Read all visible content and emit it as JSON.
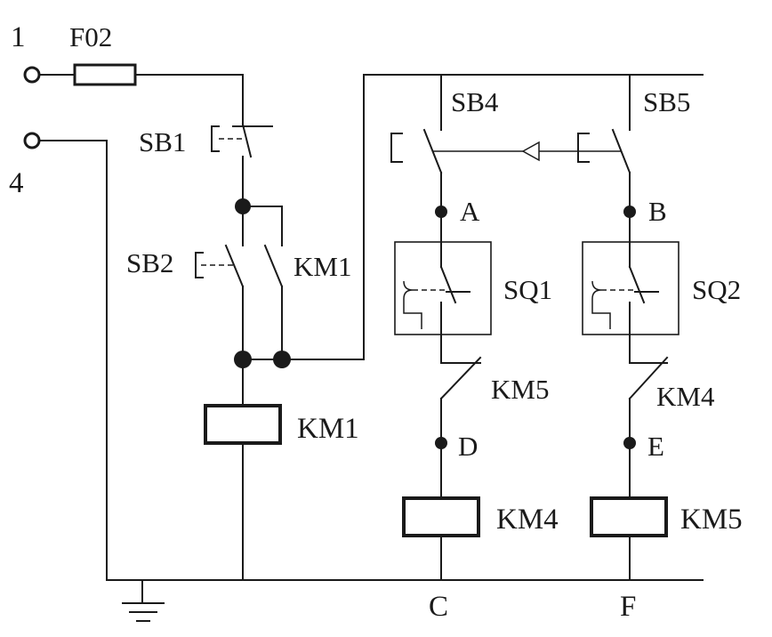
{
  "terminals": {
    "t1": "1",
    "t4": "4"
  },
  "fuse": "F02",
  "switches": {
    "sb1": "SB1",
    "sb2": "SB2",
    "sb4": "SB4",
    "sb5": "SB5",
    "km1_contact": "KM1",
    "km5_contact": "KM5",
    "km4_contact": "KM4"
  },
  "limit_switches": {
    "sq1": "SQ1",
    "sq2": "SQ2"
  },
  "coils": {
    "km1": "KM1",
    "km4": "KM4",
    "km5": "KM5"
  },
  "nodes": {
    "a": "A",
    "b": "B",
    "c": "C",
    "d": "D",
    "e": "E",
    "f": "F"
  }
}
